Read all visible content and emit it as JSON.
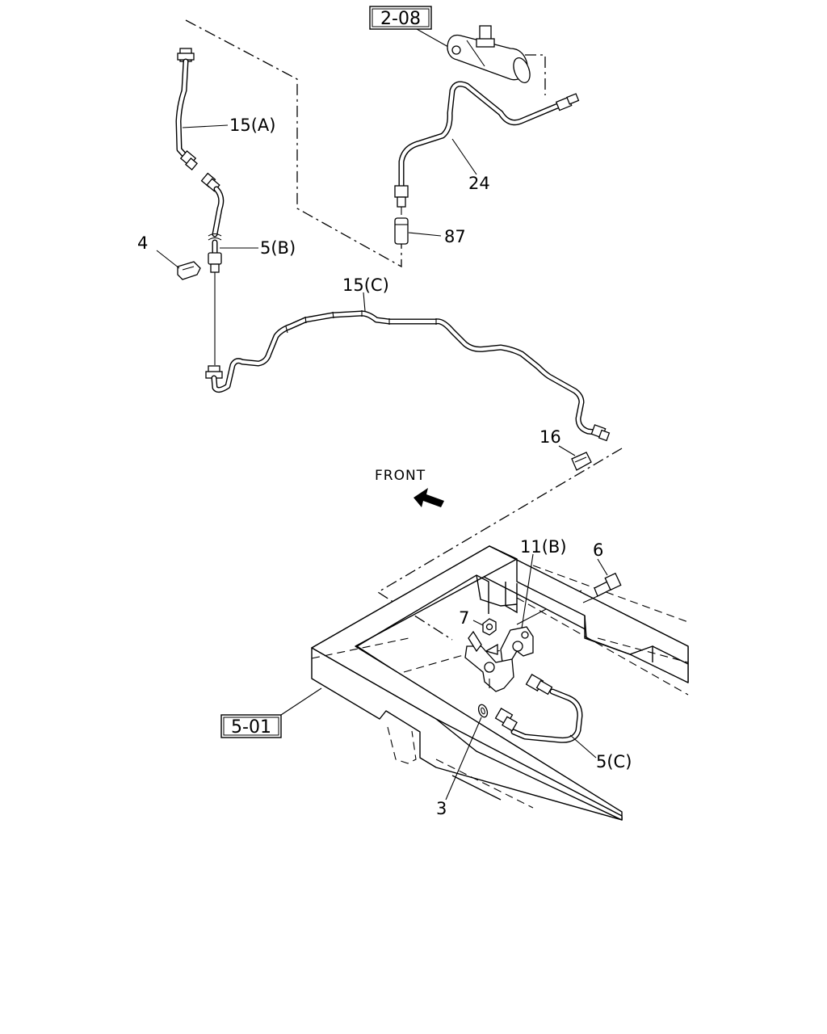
{
  "diagram": {
    "reference_boxes": {
      "top": "2-08",
      "bottom": "5-01"
    },
    "direction": {
      "label": "FRONT",
      "arrow_icon": "arrow-left-icon"
    },
    "callouts": {
      "c15a": "15(A)",
      "c5b": "5(B)",
      "c4": "4",
      "c24": "24",
      "c87": "87",
      "c15c": "15(C)",
      "c16": "16",
      "c11b": "11(B)",
      "c6": "6",
      "c7": "7",
      "c5c": "5(C)",
      "c3": "3"
    }
  }
}
